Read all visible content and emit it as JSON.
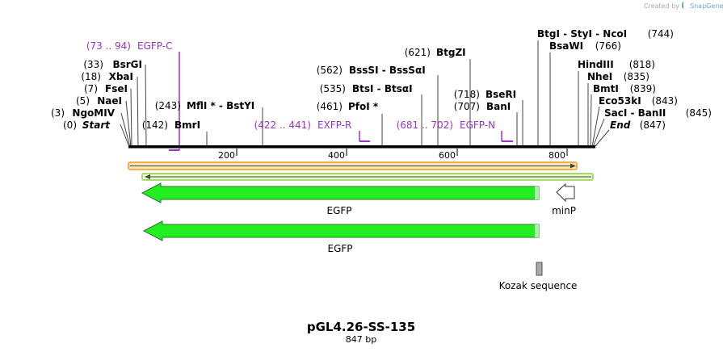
{
  "credit": {
    "prefix": "Created by",
    "brand": "SnapGene"
  },
  "plasmid": {
    "name": "pGL4.26-SS-135",
    "length_label": "847 bp"
  },
  "axis_ticks": [
    "200",
    "400",
    "600",
    "800"
  ],
  "sites": [
    {
      "id": "start",
      "pos": "(0)",
      "name": "Start",
      "italic": true
    },
    {
      "id": "ngomiv",
      "pos": "(3)",
      "name": "NgoMIV"
    },
    {
      "id": "naei",
      "pos": "(5)",
      "name": "NaeI"
    },
    {
      "id": "fsei",
      "pos": "(7)",
      "name": "FseI"
    },
    {
      "id": "xbai",
      "pos": "(18)",
      "name": "XbaI"
    },
    {
      "id": "bsrgi",
      "pos": "(33)",
      "name": "BsrGI"
    },
    {
      "id": "bmri",
      "pos": "(142)",
      "name": "BmrI"
    },
    {
      "id": "mfli",
      "pos": "(243)",
      "name": "MflI * - BstYI"
    },
    {
      "id": "pfoi",
      "pos": "(461)",
      "name": "PfoI *"
    },
    {
      "id": "btsi",
      "pos": "(535)",
      "name": "BtsI - BtsαI"
    },
    {
      "id": "bsssi",
      "pos": "(562)",
      "name": "BssSI - BssSαI"
    },
    {
      "id": "btgzi",
      "pos": "(621)",
      "name": "BtgZI"
    },
    {
      "id": "bani",
      "pos": "(707)",
      "name": "BanI"
    },
    {
      "id": "bseri",
      "pos": "(718)",
      "name": "BseRI"
    },
    {
      "id": "btgi",
      "pos": "(744)",
      "name": "BtgI - StyI - NcoI"
    },
    {
      "id": "bsawi",
      "pos": "(766)",
      "name": "BsaWI"
    },
    {
      "id": "hindiii",
      "pos": "(818)",
      "name": "HindIII"
    },
    {
      "id": "nhei",
      "pos": "(835)",
      "name": "NheI"
    },
    {
      "id": "bmti",
      "pos": "(839)",
      "name": "BmtI"
    },
    {
      "id": "eco53ki",
      "pos": "(843)",
      "name": "Eco53kI"
    },
    {
      "id": "saci",
      "pos": "(845)",
      "name": "SacI - BanII"
    },
    {
      "id": "end",
      "pos": "(847)",
      "name": "End",
      "italic": true
    }
  ],
  "primers": [
    {
      "id": "egfp-c",
      "range": "(73 .. 94)",
      "name": "EGFP-C"
    },
    {
      "id": "exfp-r",
      "range": "(422 .. 441)",
      "name": "EXFP-R"
    },
    {
      "id": "egfp-n",
      "range": "(681 .. 702)",
      "name": "EGFP-N"
    }
  ],
  "features": [
    {
      "id": "egfp-1",
      "label": "EGFP",
      "color": "#22ee22"
    },
    {
      "id": "egfp-2",
      "label": "EGFP",
      "color": "#22ee22"
    },
    {
      "id": "minp",
      "label": "minP",
      "color": "#ffffff"
    },
    {
      "id": "kozak",
      "label": "Kozak sequence",
      "color": "#aaaaaa"
    }
  ],
  "colors": {
    "primer": "#9933cc",
    "orf": "#f5d07a",
    "orf_outline": "#b8860b",
    "feature_outline": "#2a7a2a",
    "sequence_line": "#000000"
  }
}
